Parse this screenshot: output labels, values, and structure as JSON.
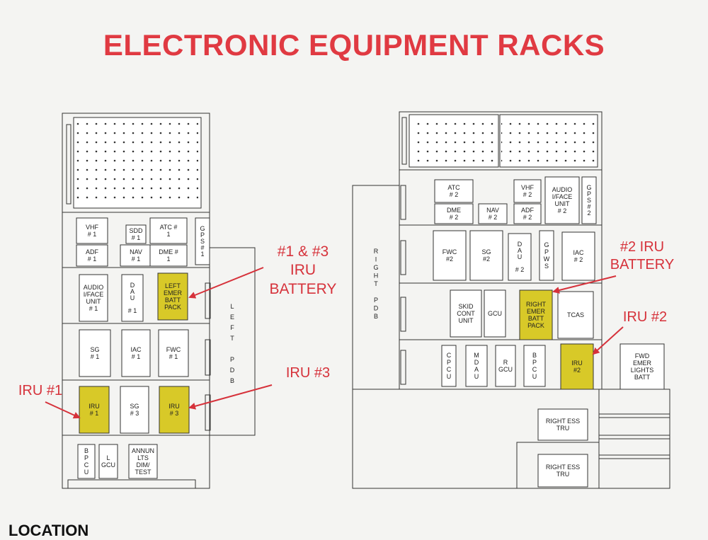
{
  "title": "ELECTRONIC EQUIPMENT RACKS",
  "footer_partial": "LOCATION",
  "colors": {
    "title": "#e03a42",
    "annotation": "#d6323b",
    "highlight": "#d8c928",
    "line": "#333333"
  },
  "left_rack": {
    "pdb_label": [
      "L",
      "E",
      "F",
      "T",
      "",
      "P",
      "D",
      "B"
    ],
    "units": [
      {
        "id": "vhf1",
        "lines": [
          "VHF",
          "# 1"
        ]
      },
      {
        "id": "adf1",
        "lines": [
          "ADF",
          "# 1"
        ]
      },
      {
        "id": "sdd1",
        "lines": [
          "SDD",
          "# 1"
        ]
      },
      {
        "id": "nav1",
        "lines": [
          "NAV",
          "# 1"
        ]
      },
      {
        "id": "atc1",
        "lines": [
          "ATC #",
          "1"
        ]
      },
      {
        "id": "dme1",
        "lines": [
          "DME #",
          "1"
        ]
      },
      {
        "id": "gps1",
        "lines": [
          "G",
          "P",
          "S",
          "#",
          "1"
        ]
      },
      {
        "id": "audio1",
        "lines": [
          "AUDIO",
          "I/FACE",
          "UNIT",
          "# 1"
        ]
      },
      {
        "id": "dau1",
        "lines": [
          "D",
          "A",
          "U",
          "",
          "# 1"
        ]
      },
      {
        "id": "left-emer-batt",
        "lines": [
          "LEFT",
          "EMER",
          "BATT",
          "PACK"
        ]
      },
      {
        "id": "sg1",
        "lines": [
          "SG",
          "# 1"
        ]
      },
      {
        "id": "iac1",
        "lines": [
          "IAC",
          "# 1"
        ]
      },
      {
        "id": "fwc1",
        "lines": [
          "FWC",
          "# 1"
        ]
      },
      {
        "id": "iru1",
        "lines": [
          "IRU",
          "# 1"
        ]
      },
      {
        "id": "sg3",
        "lines": [
          "SG",
          "# 3"
        ]
      },
      {
        "id": "iru3",
        "lines": [
          "IRU",
          "# 3"
        ]
      },
      {
        "id": "bpcu-left",
        "lines": [
          "B",
          "P",
          "C",
          "U"
        ]
      },
      {
        "id": "lgcu",
        "lines": [
          "L",
          "GCU"
        ]
      },
      {
        "id": "annun",
        "lines": [
          "ANNUN",
          "LTS",
          "DIM/",
          "TEST"
        ]
      }
    ]
  },
  "right_rack": {
    "pdb_label": [
      "R",
      "I",
      "G",
      "H",
      "T",
      "",
      "P",
      "D",
      "B"
    ],
    "units": [
      {
        "id": "atc2",
        "lines": [
          "ATC",
          "# 2"
        ]
      },
      {
        "id": "dme2",
        "lines": [
          "DME",
          "# 2"
        ]
      },
      {
        "id": "nav2",
        "lines": [
          "NAV",
          "# 2"
        ]
      },
      {
        "id": "vhf2",
        "lines": [
          "VHF",
          "# 2"
        ]
      },
      {
        "id": "adf2",
        "lines": [
          "ADF",
          "# 2"
        ]
      },
      {
        "id": "audio2",
        "lines": [
          "AUDIO",
          "I/FACE",
          "UNIT",
          "# 2"
        ]
      },
      {
        "id": "gps2",
        "lines": [
          "G",
          "P",
          "S",
          "#",
          "2"
        ]
      },
      {
        "id": "fwc2",
        "lines": [
          "FWC",
          "#2"
        ]
      },
      {
        "id": "sg2",
        "lines": [
          "SG",
          "#2"
        ]
      },
      {
        "id": "dau2",
        "lines": [
          "D",
          "A",
          "U",
          "",
          "# 2"
        ]
      },
      {
        "id": "gpws",
        "lines": [
          "G",
          "P",
          "W",
          "S"
        ]
      },
      {
        "id": "iac2",
        "lines": [
          "IAC",
          "# 2"
        ]
      },
      {
        "id": "skid",
        "lines": [
          "SKID",
          "CONT",
          "UNIT"
        ]
      },
      {
        "id": "gcu",
        "lines": [
          "GCU"
        ]
      },
      {
        "id": "right-emer-batt",
        "lines": [
          "RIGHT",
          "EMER",
          "BATT",
          "PACK"
        ]
      },
      {
        "id": "tcas",
        "lines": [
          "TCAS"
        ]
      },
      {
        "id": "cpcu",
        "lines": [
          "C",
          "P",
          "C",
          "U"
        ]
      },
      {
        "id": "mdau",
        "lines": [
          "M",
          "D",
          "A",
          "U"
        ]
      },
      {
        "id": "rgcu",
        "lines": [
          "R",
          "GCU"
        ]
      },
      {
        "id": "bpcu-right",
        "lines": [
          "B",
          "P",
          "C",
          "U"
        ]
      },
      {
        "id": "iru2",
        "lines": [
          "IRU",
          "#2"
        ]
      },
      {
        "id": "fwd-emer",
        "lines": [
          "FWD",
          "EMER",
          "LIGHTS",
          "BATT"
        ]
      },
      {
        "id": "ress1",
        "lines": [
          "RIGHT ESS",
          "TRU"
        ]
      },
      {
        "id": "ress2",
        "lines": [
          "RIGHT ESS",
          "TRU"
        ]
      }
    ]
  },
  "annotations": {
    "iru13_battery": "#1 & #3\nIRU\nBATTERY",
    "iru3": "IRU #3",
    "iru1": "IRU #1",
    "iru2_battery": "#2 IRU\nBATTERY",
    "iru2": "IRU #2"
  }
}
